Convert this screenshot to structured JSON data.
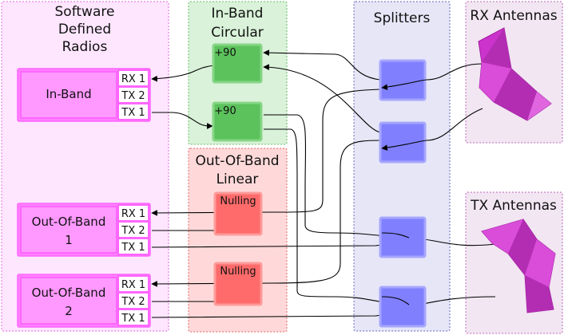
{
  "regions": {
    "radios": {
      "title_lines": [
        "Software",
        "Defined",
        "Radios"
      ],
      "fill": "#ffe6ff",
      "stroke": "#e066e0"
    },
    "circular": {
      "title_lines": [
        "In-Band",
        "Circular"
      ],
      "fill": "#d9f2d9",
      "stroke": "#66bb66"
    },
    "linear": {
      "title_lines": [
        "Out-Of-Band",
        "Linear"
      ],
      "fill": "#ffd9d9",
      "stroke": "#e06666"
    },
    "splitters": {
      "title_lines": [
        "Splitters"
      ],
      "fill": "#e6e6f7",
      "stroke": "#6666bb"
    },
    "rx_antennas": {
      "title_lines": [
        "RX Antennas"
      ],
      "fill": "#f2e6f2",
      "stroke": "#bb66bb"
    },
    "tx_antennas": {
      "title_lines": [
        "TX Antennas"
      ],
      "fill": "#f2e6f2",
      "stroke": "#bb66bb"
    }
  },
  "radios": [
    {
      "name_lines": [
        "In-Band"
      ],
      "ports": [
        "RX 1",
        "TX 2",
        "TX 1"
      ]
    },
    {
      "name_lines": [
        "Out-Of-Band",
        "1"
      ],
      "ports": [
        "RX 1",
        "TX 2",
        "TX 1"
      ]
    },
    {
      "name_lines": [
        "Out-Of-Band",
        "2"
      ],
      "ports": [
        "RX 1",
        "TX 2",
        "TX 1"
      ]
    }
  ],
  "hybrids": [
    "+90",
    "+90"
  ],
  "nulling": [
    "Nulling",
    "Nulling"
  ],
  "splitter_count": 4,
  "colors": {
    "radio": "#ff80ff",
    "hybrid": "#5cc25c",
    "nulling": "#ff6b6b",
    "splitter": "#8080ff",
    "antenna": "#cc33cc",
    "wire": "#000000"
  }
}
